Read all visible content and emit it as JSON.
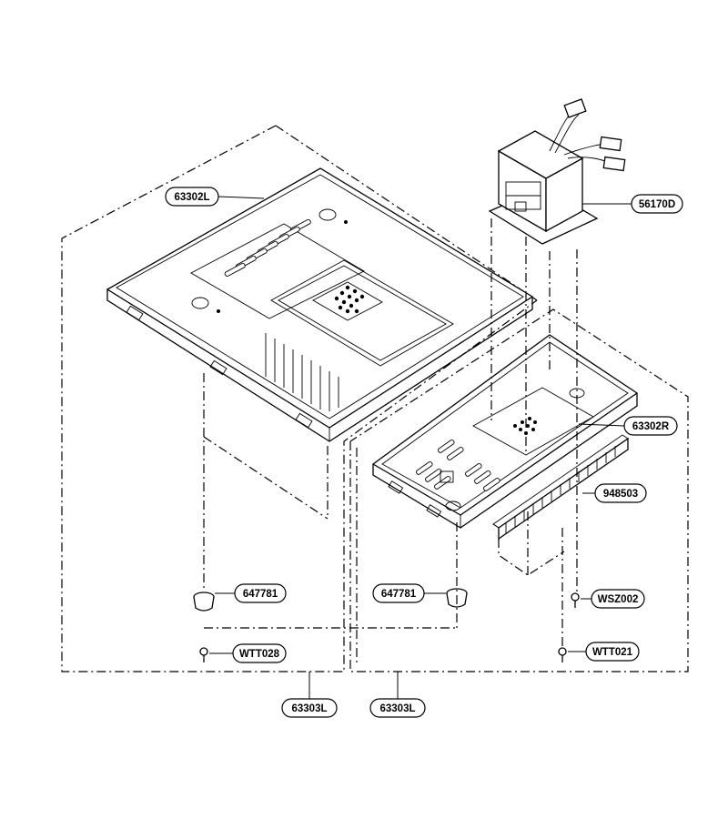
{
  "callouts": {
    "c1": "63302L",
    "c2": "56170D",
    "c3": "63302R",
    "c4": "948503",
    "c5": "647781",
    "c6": "647781",
    "c7": "WSZ002",
    "c8": "WTT028",
    "c9": "WTT021",
    "c10": "63303L",
    "c11": "63303L"
  }
}
